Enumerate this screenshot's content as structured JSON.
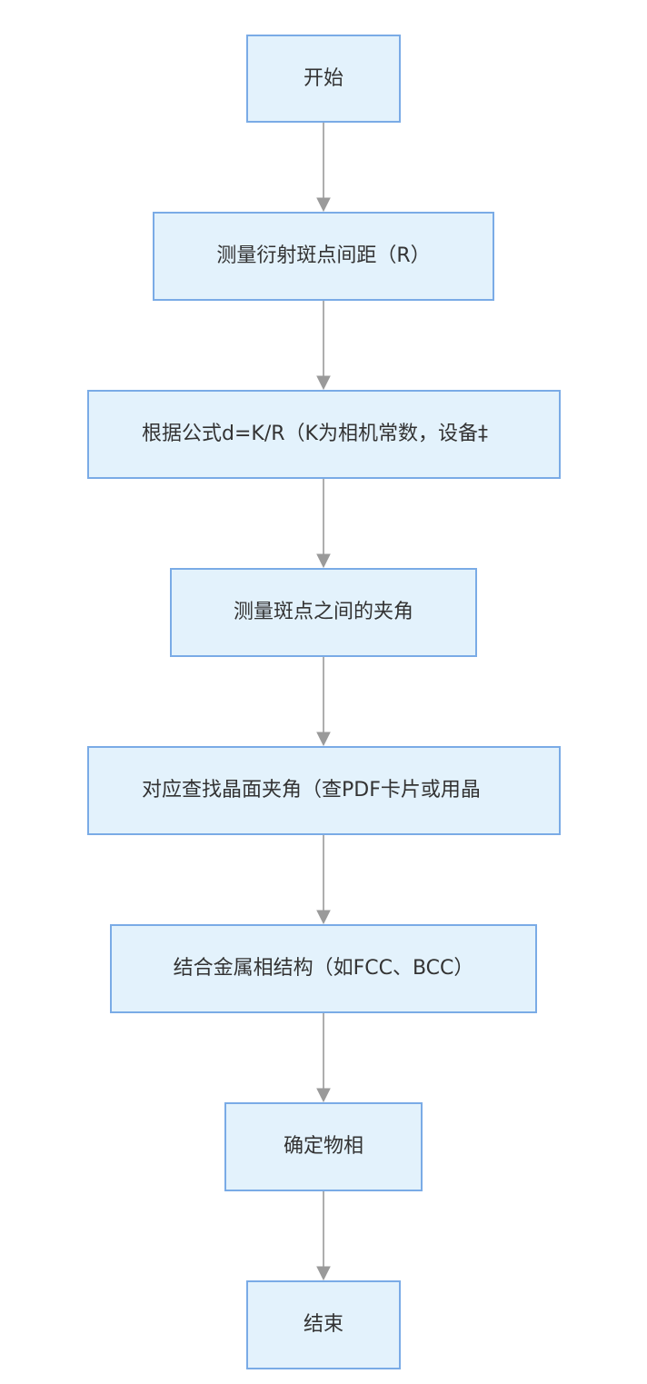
{
  "flowchart": {
    "nodes": [
      {
        "id": "start",
        "label": "开始"
      },
      {
        "id": "measure-spot-distance",
        "label": "测量衍射斑点间距（R）"
      },
      {
        "id": "calc-d-spacing",
        "label": "根据公式d=K/R（K为相机常数，设备‡"
      },
      {
        "id": "measure-spot-angle",
        "label": "测量斑点之间的夹角"
      },
      {
        "id": "lookup-plane-angle",
        "label": "对应查找晶面夹角（查PDF卡片或用晶"
      },
      {
        "id": "combine-structure",
        "label": "结合金属相结构（如FCC、BCC）"
      },
      {
        "id": "determine-phase",
        "label": "确定物相"
      },
      {
        "id": "end",
        "label": "结束"
      }
    ],
    "edges": [
      {
        "from": "start",
        "to": "measure-spot-distance"
      },
      {
        "from": "measure-spot-distance",
        "to": "calc-d-spacing"
      },
      {
        "from": "calc-d-spacing",
        "to": "measure-spot-angle"
      },
      {
        "from": "measure-spot-angle",
        "to": "lookup-plane-angle"
      },
      {
        "from": "lookup-plane-angle",
        "to": "combine-structure"
      },
      {
        "from": "combine-structure",
        "to": "determine-phase"
      },
      {
        "from": "determine-phase",
        "to": "end"
      }
    ],
    "colors": {
      "node_fill": "#e3f2fc",
      "node_border": "#7aabe6",
      "edge": "#9a9a9a",
      "text": "#333333"
    }
  }
}
